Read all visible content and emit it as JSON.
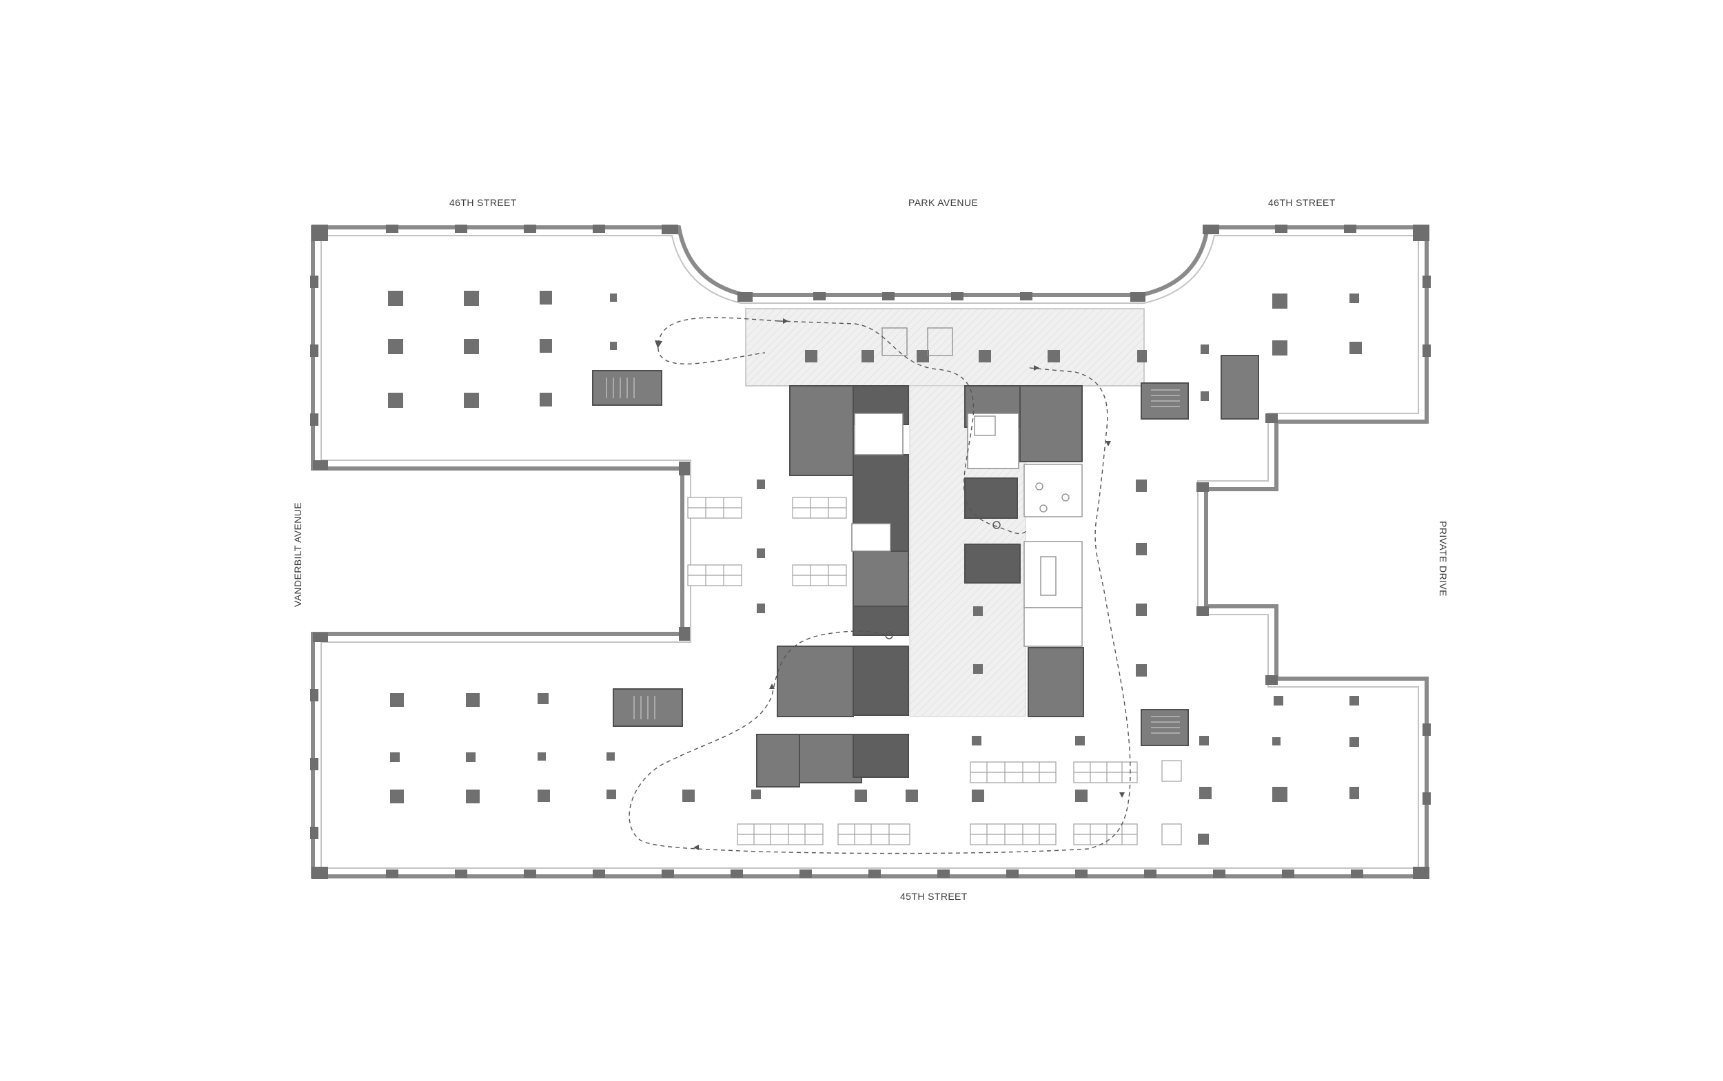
{
  "streets": {
    "north_west": "46TH STREET",
    "north_center": "PARK AVENUE",
    "north_east": "46TH STREET",
    "west": "VANDERBILT AVENUE",
    "east": "PRIVATE DRIVE",
    "south": "45TH STREET"
  },
  "colors": {
    "wall": "#6e6e6e",
    "core": "#7a7a7a",
    "core_dark": "#5c5c5c",
    "outline": "#9a9a9a",
    "lobby": "#ebebeb",
    "path": "#555555"
  },
  "icons": {
    "circulation_path": "dashed-arrow-path",
    "column": "square-column",
    "stair": "stair-icon",
    "elevator": "elevator-icon",
    "desk": "desk-icon"
  }
}
